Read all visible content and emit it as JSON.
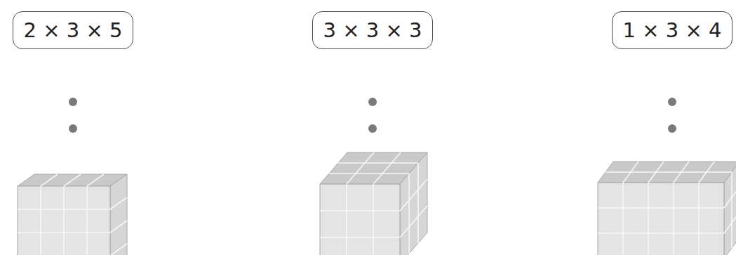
{
  "diagram": {
    "nodes": [
      {
        "text": [
          "2 × 3 × 5"
        ]
      },
      {
        "text": [
          "3 × 3 × 3"
        ]
      },
      {
        "text": [
          "1 × 3 × 4"
        ]
      }
    ]
  }
}
